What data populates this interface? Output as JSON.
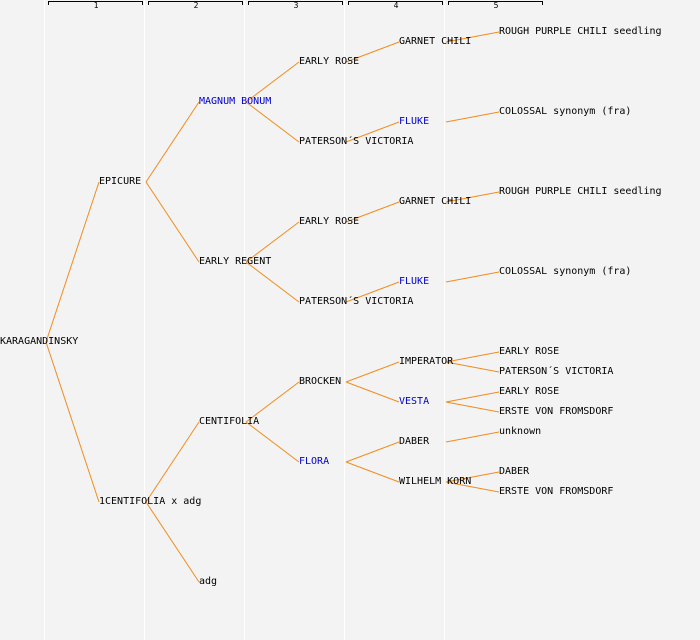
{
  "generations": [
    "1",
    "2",
    "3",
    "4",
    "5"
  ],
  "colors": {
    "line": "#f08c1e",
    "separator": "#ffffff",
    "background": "#f3f3f3",
    "highlight": "#0000cc",
    "text": "#000000"
  },
  "nodes": [
    {
      "id": "n0",
      "label": "KARAGANDINSKY",
      "gen": 0,
      "row": 16
    },
    {
      "id": "n1",
      "label": "EPICURE",
      "gen": 1,
      "row": 8,
      "parent": "n0"
    },
    {
      "id": "n2",
      "label": "1CENTIFOLIA x adg",
      "gen": 1,
      "row": 24,
      "parent": "n0"
    },
    {
      "id": "n3",
      "label": "MAGNUM BONUM",
      "gen": 2,
      "row": 4,
      "parent": "n1",
      "highlight": true
    },
    {
      "id": "n4",
      "label": "EARLY REGENT",
      "gen": 2,
      "row": 12,
      "parent": "n1"
    },
    {
      "id": "n5",
      "label": "CENTIFOLIA",
      "gen": 2,
      "row": 20,
      "parent": "n2"
    },
    {
      "id": "n6",
      "label": "adg",
      "gen": 2,
      "row": 28,
      "parent": "n2"
    },
    {
      "id": "n7",
      "label": "EARLY ROSE",
      "gen": 3,
      "row": 2,
      "parent": "n3"
    },
    {
      "id": "n8",
      "label": "PATERSON´S VICTORIA",
      "gen": 3,
      "row": 6,
      "parent": "n3"
    },
    {
      "id": "n9",
      "label": "EARLY ROSE",
      "gen": 3,
      "row": 10,
      "parent": "n4"
    },
    {
      "id": "n10",
      "label": "PATERSON´S VICTORIA",
      "gen": 3,
      "row": 14,
      "parent": "n4"
    },
    {
      "id": "n11",
      "label": "BROCKEN",
      "gen": 3,
      "row": 18,
      "parent": "n5"
    },
    {
      "id": "n12",
      "label": "FLORA",
      "gen": 3,
      "row": 22,
      "parent": "n5",
      "highlight": true
    },
    {
      "id": "n13",
      "label": "GARNET CHILI",
      "gen": 4,
      "row": 1,
      "parent": "n7"
    },
    {
      "id": "n14",
      "label": "FLUKE",
      "gen": 4,
      "row": 5,
      "parent": "n8",
      "highlight": true
    },
    {
      "id": "n15",
      "label": "GARNET CHILI",
      "gen": 4,
      "row": 9,
      "parent": "n9"
    },
    {
      "id": "n16",
      "label": "FLUKE",
      "gen": 4,
      "row": 13,
      "parent": "n10",
      "highlight": true
    },
    {
      "id": "n17",
      "label": "IMPERATOR",
      "gen": 4,
      "row": 17,
      "parent": "n11"
    },
    {
      "id": "n18",
      "label": "VESTA",
      "gen": 4,
      "row": 19,
      "parent": "n11",
      "highlight": true
    },
    {
      "id": "n19",
      "label": "DABER",
      "gen": 4,
      "row": 21,
      "parent": "n12"
    },
    {
      "id": "n20",
      "label": "WILHELM KORN",
      "gen": 4,
      "row": 23,
      "parent": "n12"
    },
    {
      "id": "n21",
      "label": "ROUGH PURPLE CHILI seedling",
      "gen": 5,
      "row": 0.5,
      "parent": "n13"
    },
    {
      "id": "n22",
      "label": "COLOSSAL synonym (fra)",
      "gen": 5,
      "row": 4.5,
      "parent": "n14"
    },
    {
      "id": "n23",
      "label": "ROUGH PURPLE CHILI seedling",
      "gen": 5,
      "row": 8.5,
      "parent": "n15"
    },
    {
      "id": "n24",
      "label": "COLOSSAL synonym (fra)",
      "gen": 5,
      "row": 12.5,
      "parent": "n16"
    },
    {
      "id": "n25",
      "label": "EARLY ROSE",
      "gen": 5,
      "row": 16.5,
      "parent": "n17"
    },
    {
      "id": "n26",
      "label": "PATERSON´S VICTORIA",
      "gen": 5,
      "row": 17.5,
      "parent": "n17"
    },
    {
      "id": "n27",
      "label": "EARLY ROSE",
      "gen": 5,
      "row": 18.5,
      "parent": "n18"
    },
    {
      "id": "n28",
      "label": "ERSTE VON FROMSDORF",
      "gen": 5,
      "row": 19.5,
      "parent": "n18"
    },
    {
      "id": "n29",
      "label": "unknown",
      "gen": 5,
      "row": 20.5,
      "parent": "n19"
    },
    {
      "id": "n30",
      "label": "DABER",
      "gen": 5,
      "row": 22.5,
      "parent": "n20"
    },
    {
      "id": "n31",
      "label": "ERSTE VON FROMSDORF",
      "gen": 5,
      "row": 23.5,
      "parent": "n20"
    }
  ]
}
